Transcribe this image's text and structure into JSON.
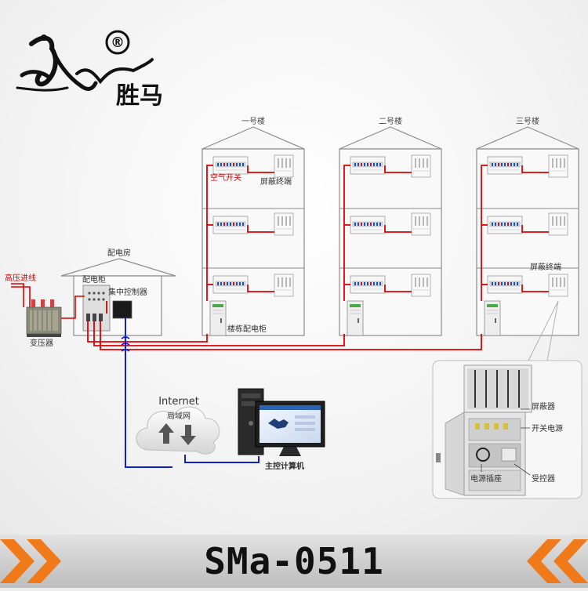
{
  "brand": {
    "name": "胜马",
    "registered": "®"
  },
  "buildings": [
    {
      "name": "一号楼"
    },
    {
      "name": "二号楼"
    },
    {
      "name": "三号楼"
    }
  ],
  "labels": {
    "air_switch": "空气开关",
    "shield_terminal_1": "屏蔽终端",
    "shield_terminal_3": "屏蔽终端",
    "building_cabinet": "楼栋配电柜",
    "distribution_room": "配电房",
    "distribution_cabinet": "配电柜",
    "central_controller": "集中控制器",
    "high_voltage_in": "高压进线",
    "transformer": "变压器",
    "internet": "Internet",
    "lan": "局域网",
    "main_computer": "主控计算机"
  },
  "detail": {
    "shielder": "屏蔽器",
    "switch_psu": "开关电源",
    "power_socket": "电源插座",
    "receiver": "受控器"
  },
  "footer": {
    "model": "SMa-0511"
  },
  "colors": {
    "power_line": "#e00000",
    "network_line": "#1020d0",
    "footer_orange": "#f07a1a"
  }
}
